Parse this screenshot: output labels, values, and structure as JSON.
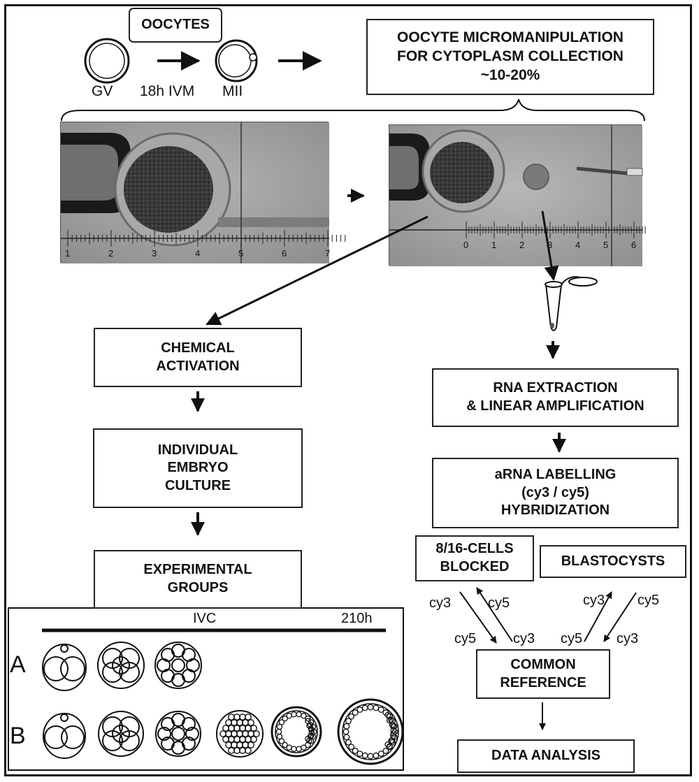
{
  "oocytes": {
    "title": "OOCYTES",
    "stage_gv": "GV",
    "stage_mii": "MII",
    "ivm_label": "18h IVM"
  },
  "micromanipulation": {
    "line1": "OOCYTE MICROMANIPULATION",
    "line2": "FOR CYTOPLASM COLLECTION",
    "line3": "~10-20%"
  },
  "left_branch": {
    "activation": [
      "CHEMICAL",
      "ACTIVATION"
    ],
    "culture": [
      "INDIVIDUAL",
      "EMBRYO",
      "CULTURE"
    ],
    "groups": [
      "EXPERIMENTAL",
      "GROUPS"
    ]
  },
  "ivc_panel": {
    "timeline_label": "IVC",
    "end_label": "210h",
    "row_a_label": "A",
    "row_b_label": "B"
  },
  "right_branch": {
    "rna": [
      "RNA EXTRACTION",
      "& LINEAR AMPLIFICATION"
    ],
    "labelling": [
      "aRNA LABELLING",
      "(cy3 / cy5)",
      "HYBRIDIZATION"
    ],
    "blocked": [
      "8/16-CELLS",
      "BLOCKED"
    ],
    "blastocysts": "BLASTOCYSTS",
    "reference": [
      "COMMON",
      "REFERENCE"
    ],
    "analysis": "DATA ANALYSIS"
  },
  "dyes": {
    "cy3": "cy3",
    "cy5": "cy5"
  },
  "scale": {
    "left_ticks": [
      "1",
      "2",
      "3",
      "4",
      "5",
      "6",
      "7"
    ],
    "right_ticks": [
      "0",
      "1",
      "2",
      "3",
      "4",
      "5",
      "6"
    ]
  },
  "colors": {
    "line": "#111111",
    "photo_bg": "#9a9a9a"
  }
}
